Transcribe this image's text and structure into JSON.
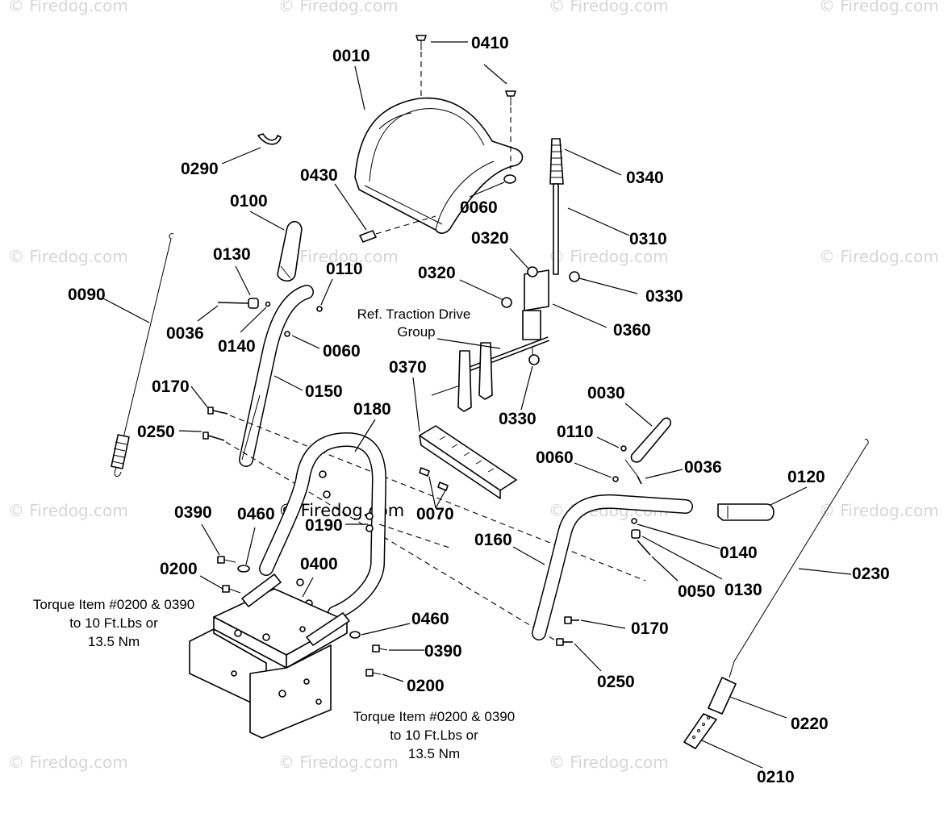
{
  "watermarks": [
    "© Firedog.com",
    "© Firedog.com",
    "© Firedog.com",
    "© Firedog.com",
    "© Firedog.com",
    "© Firedog.com",
    "© Firedog.com",
    "© Firedog.com",
    "© Firedog.com",
    "© Firedog.com",
    "© Firedog.com",
    "© Firedog.com",
    "© Firedog.com",
    "© Firedog.com"
  ],
  "labels": {
    "p0010": "0010",
    "p0410": "0410",
    "p0290": "0290",
    "p0430": "0430",
    "p0060a": "0060",
    "p0340": "0340",
    "p0100": "0100",
    "p0310": "0310",
    "p0320a": "0320",
    "p0320b": "0320",
    "p0130a": "0130",
    "p0110a": "0110",
    "p0090": "0090",
    "p0330a": "0330",
    "p0360": "0360",
    "p0036a": "0036",
    "p0140a": "0140",
    "p0060b": "0060",
    "p0370": "0370",
    "p0330b": "0330",
    "p0150": "0150",
    "p0170a": "0170",
    "p0180": "0180",
    "p0030": "0030",
    "p0250a": "0250",
    "p0110b": "0110",
    "p0060c": "0060",
    "p0036b": "0036",
    "p0120": "0120",
    "p0390a": "0390",
    "p0460a": "0460",
    "p0070": "0070",
    "p0190": "0190",
    "p0140b": "0140",
    "p0160": "0160",
    "p0200a": "0200",
    "p0400": "0400",
    "p0050": "0050",
    "p0130b": "0130",
    "p0230": "0230",
    "p0460b": "0460",
    "p0170b": "0170",
    "p0390b": "0390",
    "p0200b": "0200",
    "p0250b": "0250",
    "p0220": "0220",
    "p0210": "0210"
  },
  "notes": {
    "ref_traction_1": "Ref. Traction Drive",
    "ref_traction_2": "Group",
    "torque_left_1": "Torque Item #0200 & 0390",
    "torque_left_2": "to 10 Ft.Lbs or",
    "torque_left_3": "13.5 Nm",
    "torque_right_1": "Torque Item #0200 & 0390",
    "torque_right_2": "to 10 Ft.Lbs or",
    "torque_right_3": "13.5 Nm"
  }
}
